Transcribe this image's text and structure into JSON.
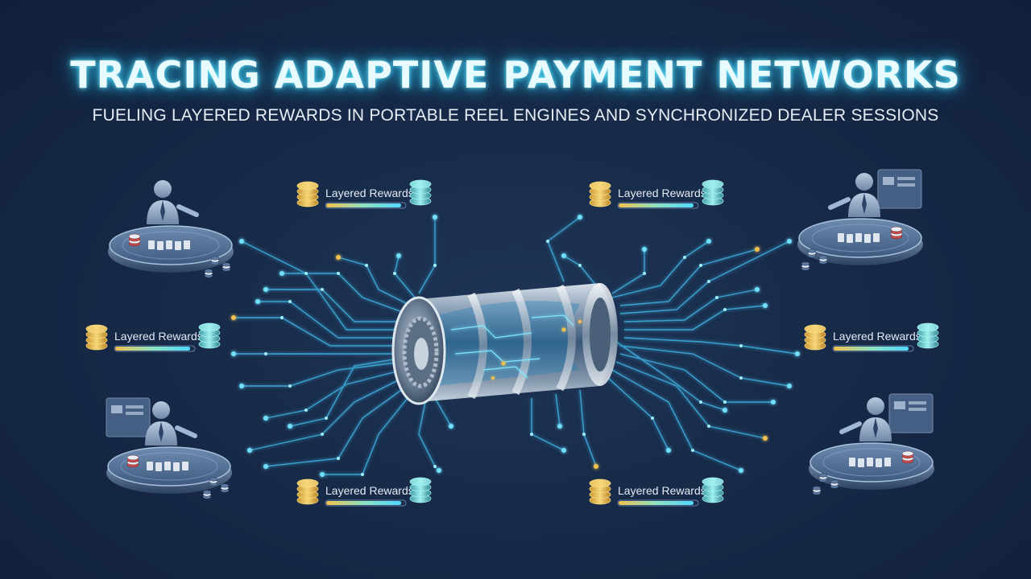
{
  "header": {
    "title": "TRACING ADAPTIVE PAYMENT NETWORKS",
    "subtitle": "FUELING LAYERED REWARDS IN PORTABLE REEL ENGINES AND SYNCHRONIZED DEALER SESSIONS"
  },
  "rewards": [
    {
      "label": "Layered Rewards",
      "fill": 0.95
    },
    {
      "label": "Layered Rewards",
      "fill": 0.95
    },
    {
      "label": "Layered Rewards",
      "fill": 0.95
    },
    {
      "label": "Layered Rewards",
      "fill": 0.95
    },
    {
      "label": "Layered Rewards",
      "fill": 0.95
    },
    {
      "label": "Layered Rewards",
      "fill": 0.95
    }
  ],
  "colors": {
    "accent_cyan": "#4fd8ff",
    "accent_gold": "#f2c14e",
    "background": "#172a48",
    "table_surface": "#4d6a8e"
  }
}
